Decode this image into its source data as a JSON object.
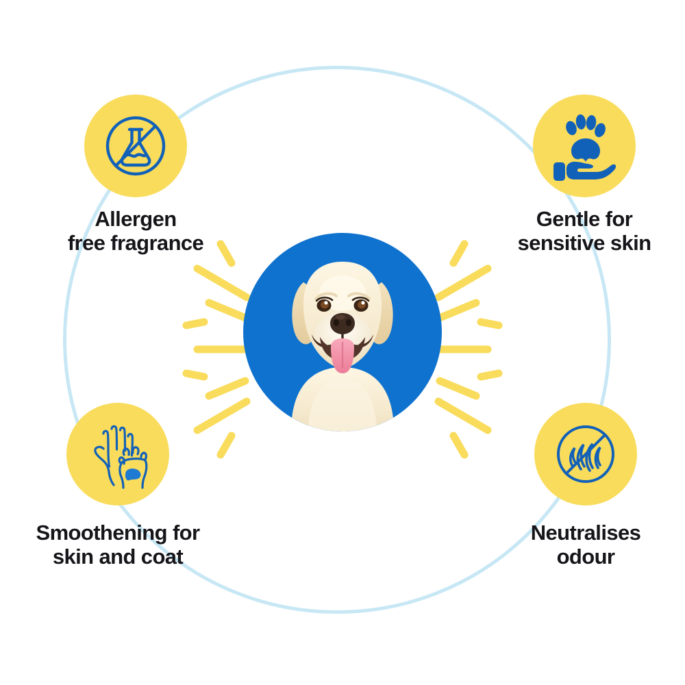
{
  "page": {
    "title": "Pet shampoo benefits infographic",
    "background_color": "#ffffff"
  },
  "colors": {
    "badge_yellow": "#f9dc5c",
    "icon_blue": "#1261b8",
    "center_blue": "#0f72ce",
    "ring_blue": "#c7e7f5",
    "text_black": "#16161a",
    "ray_yellow": "#f9dc5c"
  },
  "ring": {
    "name": "connector-ring",
    "stroke_color": "#c7e7f5"
  },
  "center": {
    "name": "hero-dog-portrait",
    "subject": "yellow labrador retriever",
    "background_color": "#0f72ce",
    "burst_ray_color": "#f9dc5c",
    "ray_count": 14
  },
  "features": [
    {
      "id": "allergen-free-fragrance",
      "position": "top-left",
      "icon": "no-chemicals-flask-icon",
      "label": "Allergen\nfree fragrance",
      "label_line1": "Allergen",
      "label_line2": "free fragrance"
    },
    {
      "id": "gentle-for-sensitive-skin",
      "position": "top-right",
      "icon": "paw-in-hand-icon",
      "label": "Gentle for\nsensitive skin",
      "label_line1": "Gentle for",
      "label_line2": "sensitive skin"
    },
    {
      "id": "smoothening-for-skin-and-coat",
      "position": "bottom-left",
      "icon": "hand-and-paw-highfive-icon",
      "label": "Smoothening for\nskin and coat",
      "label_line1": "Smoothening for",
      "label_line2": "skin and coat"
    },
    {
      "id": "neutralises-odour",
      "position": "bottom-right",
      "icon": "no-odour-waves-icon",
      "label": "Neutralises\nodour",
      "label_line1": "Neutralises",
      "label_line2": "odour"
    }
  ]
}
